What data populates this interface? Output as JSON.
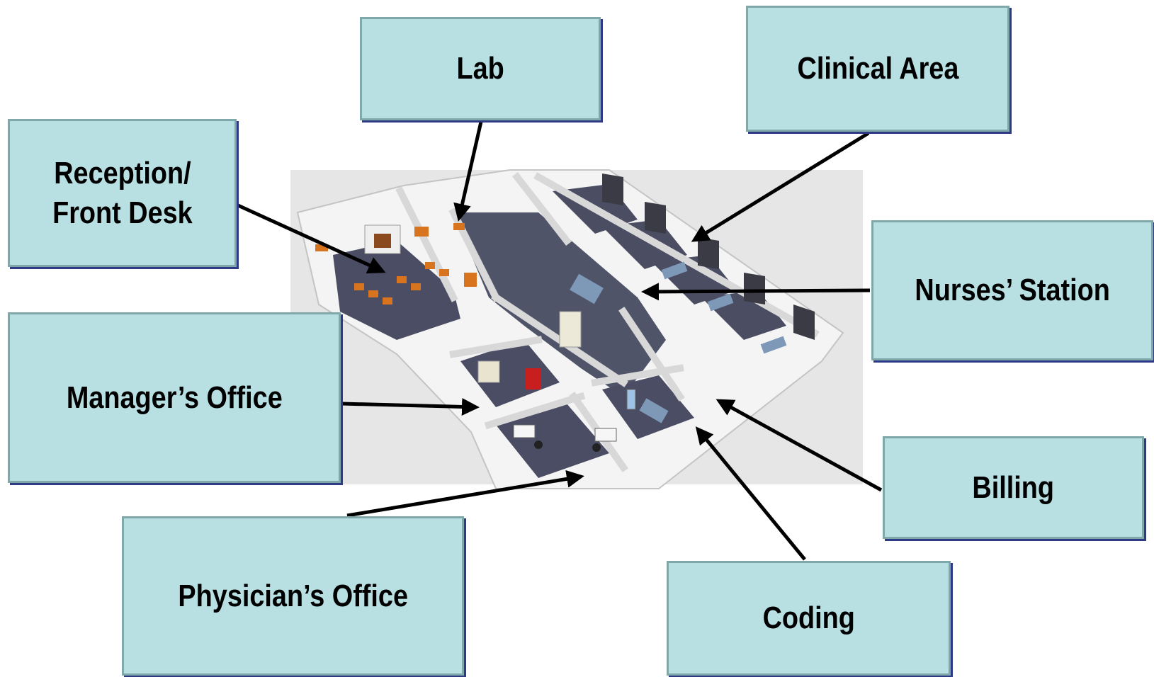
{
  "diagram": {
    "labels": {
      "lab": "Lab",
      "clinical_area": "Clinical Area",
      "reception_line1": "Reception/",
      "reception_line2": "Front Desk",
      "nurses_station": "Nurses’ Station",
      "managers_office": "Manager’s Office",
      "billing": "Billing",
      "physicians_office": "Physician’s Office",
      "coding": "Coding"
    },
    "colors": {
      "box_fill": "#b8dfe2",
      "box_border": "#7fa8ab",
      "box_shadow": "#2f3a86",
      "arrow": "#000000",
      "floor": "#4a4d63",
      "wall": "#f2f2f2",
      "furniture_orange": "#d9741e",
      "chair_red": "#c81e1e"
    }
  }
}
